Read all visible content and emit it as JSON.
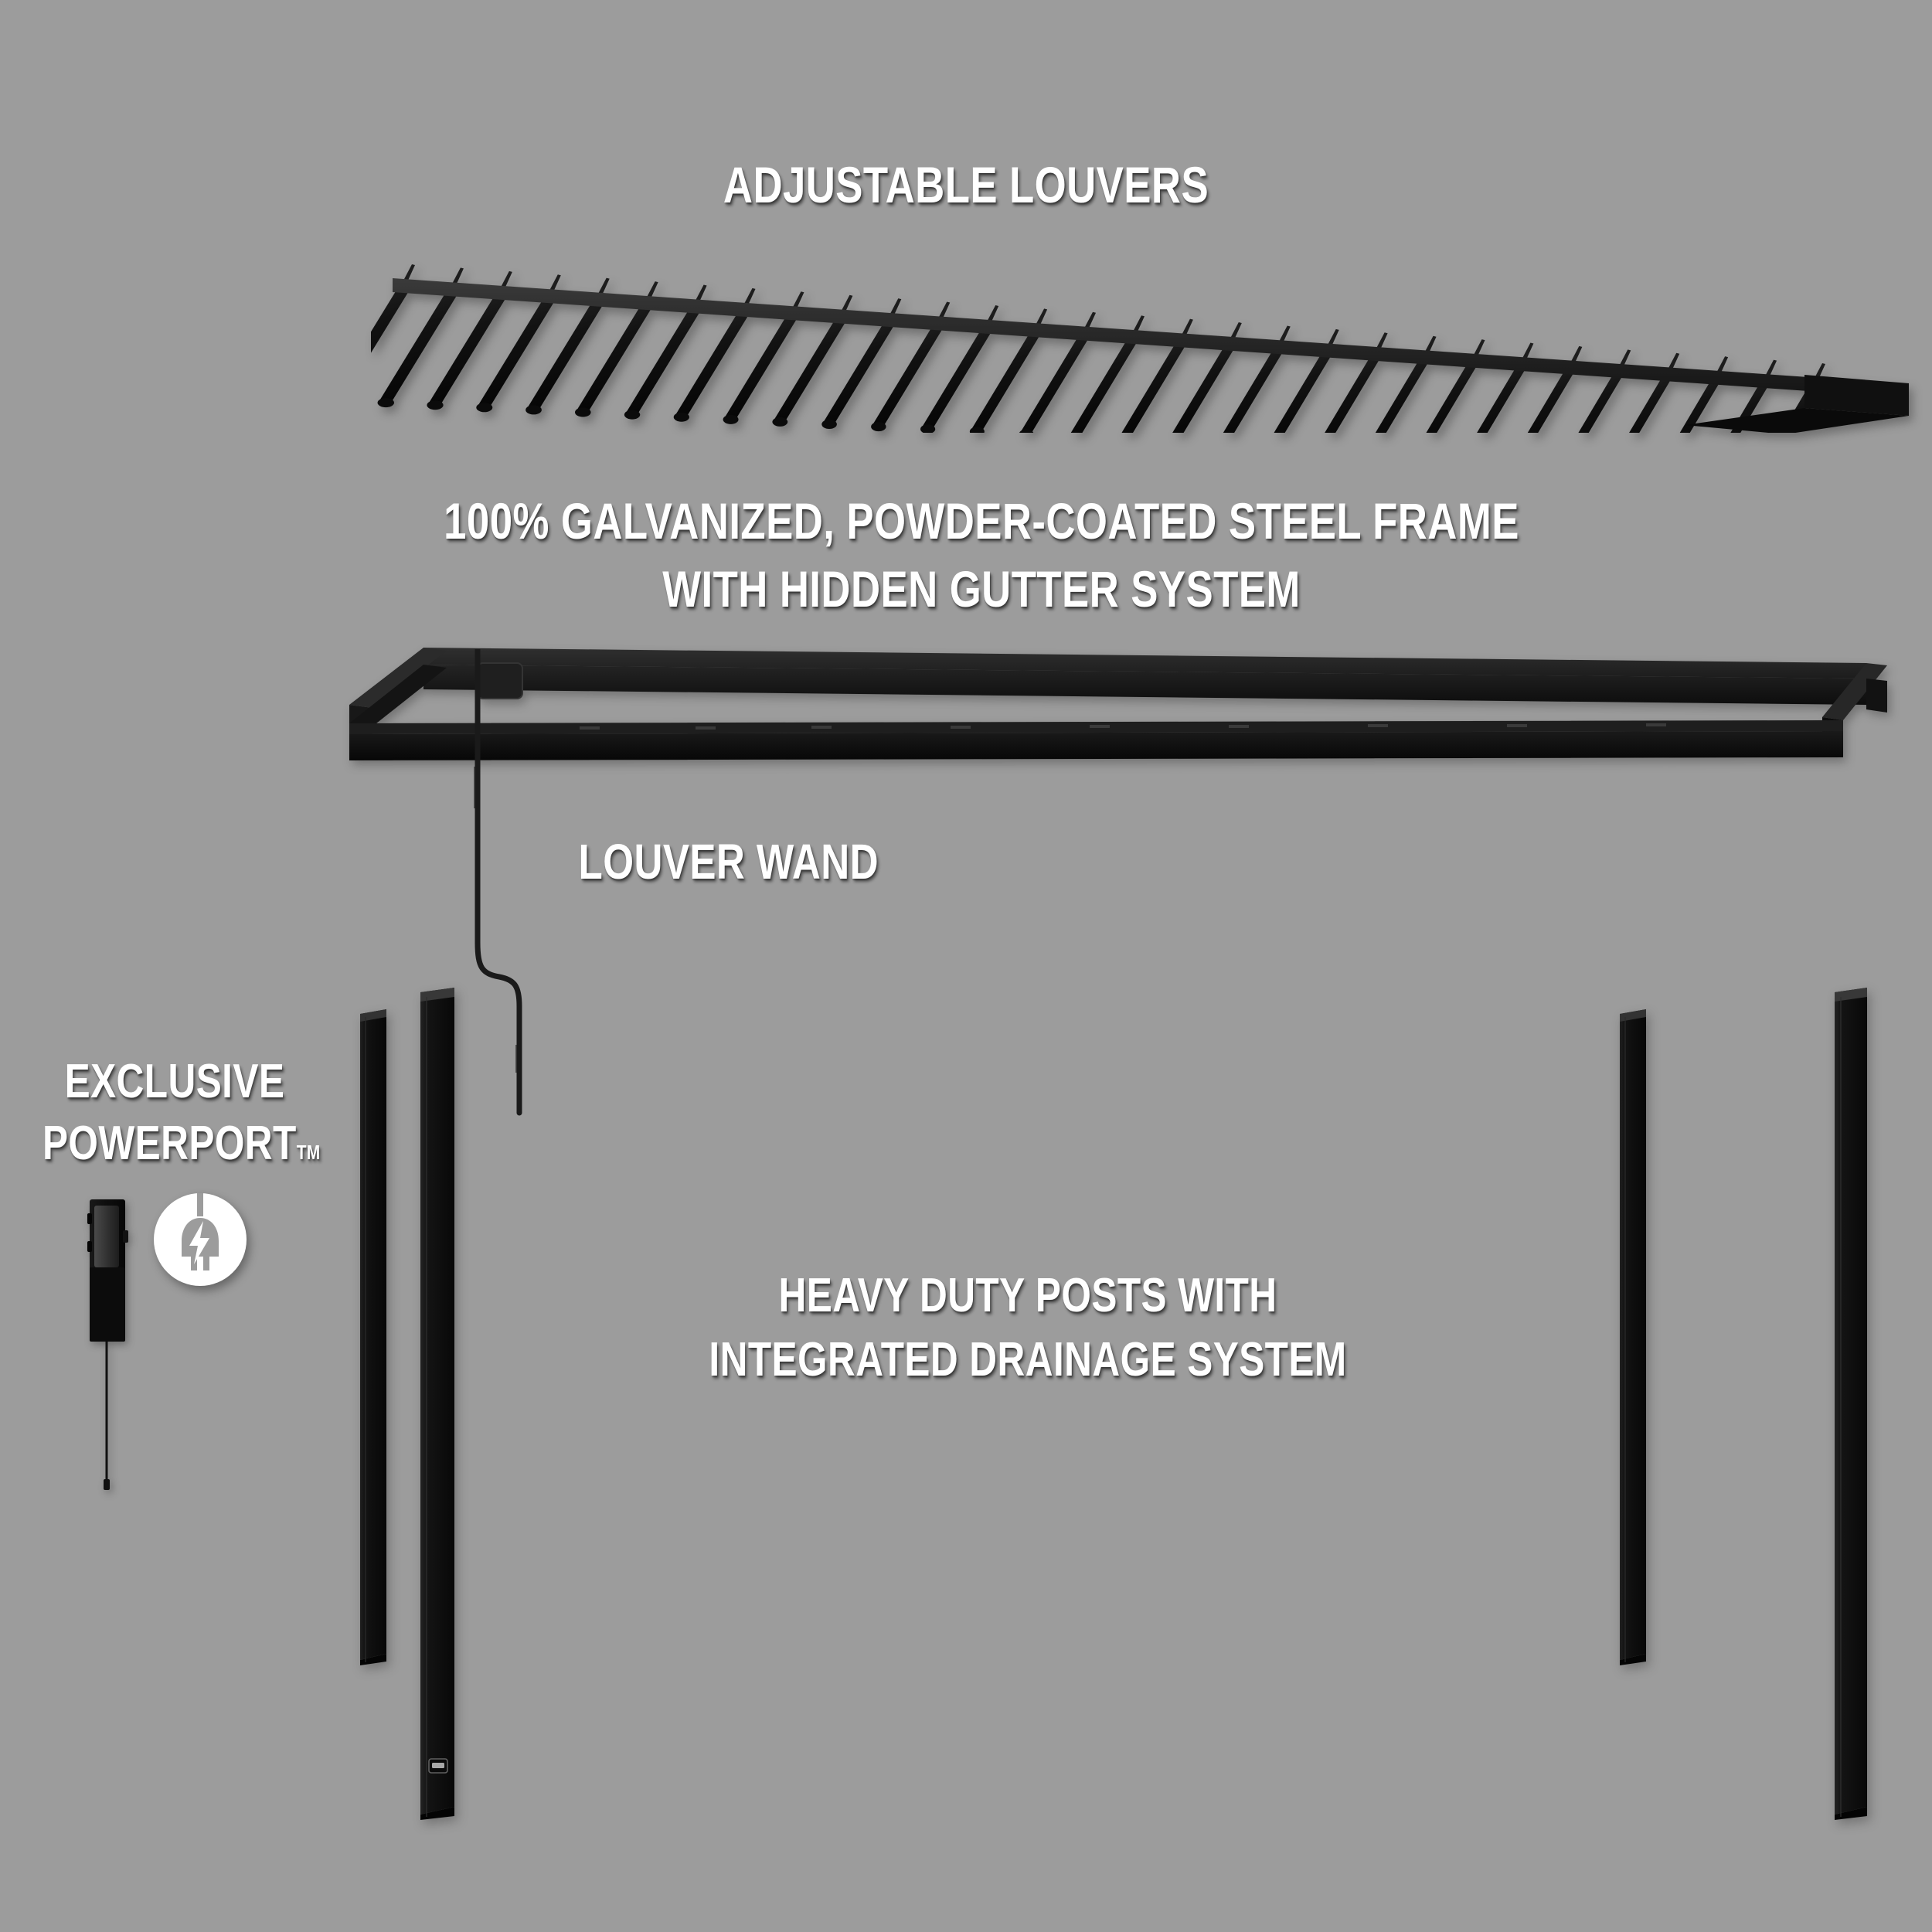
{
  "background_color": "#9c9c9c",
  "frame_color": "#1b1b1b",
  "text_color": "#ffffff",
  "labels": {
    "adjustable_louvers": "ADJUSTABLE LOUVERS",
    "steel_frame_line1": "100% GALVANIZED, POWDER-COATED STEEL FRAME",
    "steel_frame_line2": "WITH HIDDEN GUTTER SYSTEM",
    "louver_wand": "LOUVER WAND",
    "exclusive": "EXCLUSIVE",
    "powerport": "POWERPORT",
    "powerport_trademark": "TM",
    "posts_line1": "HEAVY DUTY POSTS WITH",
    "posts_line2": "INTEGRATED DRAINAGE SYSTEM"
  },
  "icons": {
    "powerport": "power-plug-icon"
  },
  "components": {
    "louver_count": 30,
    "post_count": 4
  }
}
